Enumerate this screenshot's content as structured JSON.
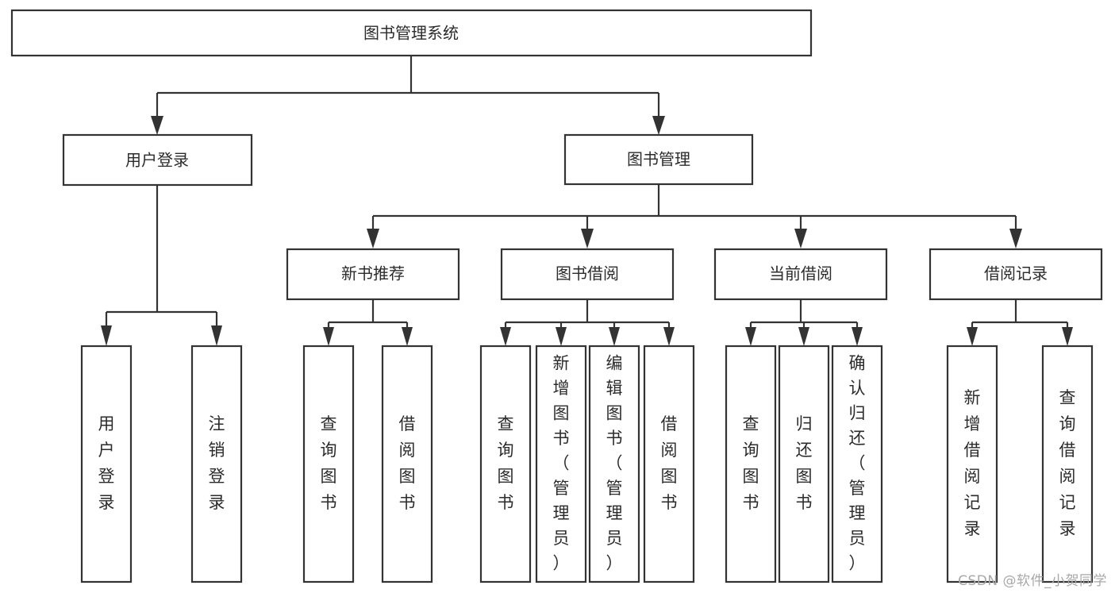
{
  "diagram": {
    "title": "图书管理系统",
    "watermark": "CSDN @软件_小贺同学",
    "type": "tree",
    "levels": 4,
    "colors": {
      "box_stroke": "#333333",
      "box_fill": "#ffffff",
      "text": "#2b2b2b",
      "background": "#ffffff",
      "watermark": "#a8a8a8"
    },
    "root": {
      "id": "root",
      "label": "图书管理系统",
      "orientation": "horizontal"
    },
    "level2": [
      {
        "id": "user-login",
        "label": "用户登录",
        "orientation": "horizontal"
      },
      {
        "id": "book-manage",
        "label": "图书管理",
        "orientation": "horizontal"
      }
    ],
    "level3": [
      {
        "id": "new-book-recommend",
        "label": "新书推荐",
        "orientation": "horizontal",
        "parent": "book-manage"
      },
      {
        "id": "book-borrow",
        "label": "图书借阅",
        "orientation": "horizontal",
        "parent": "book-manage"
      },
      {
        "id": "current-borrow",
        "label": "当前借阅",
        "orientation": "horizontal",
        "parent": "book-manage"
      },
      {
        "id": "borrow-record",
        "label": "借阅记录",
        "orientation": "horizontal",
        "parent": "book-manage"
      }
    ],
    "leaves": {
      "user-login": [
        {
          "id": "leaf-user-login",
          "label": "用户登录",
          "orientation": "vertical"
        },
        {
          "id": "leaf-user-logout",
          "label": "注销登录",
          "orientation": "vertical"
        }
      ],
      "new-book-recommend": [
        {
          "id": "leaf-query-book-1",
          "label": "查询图书",
          "orientation": "vertical"
        },
        {
          "id": "leaf-borrow-book-1",
          "label": "借阅图书",
          "orientation": "vertical"
        }
      ],
      "book-borrow": [
        {
          "id": "leaf-query-book-2",
          "label": "查询图书",
          "orientation": "vertical"
        },
        {
          "id": "leaf-add-book",
          "label": "新增图书（管理员）",
          "orientation": "vertical"
        },
        {
          "id": "leaf-edit-book",
          "label": "编辑图书（管理员）",
          "orientation": "vertical"
        },
        {
          "id": "leaf-borrow-book-2",
          "label": "借阅图书",
          "orientation": "vertical"
        }
      ],
      "current-borrow": [
        {
          "id": "leaf-query-book-3",
          "label": "查询图书",
          "orientation": "vertical"
        },
        {
          "id": "leaf-return-book",
          "label": "归还图书",
          "orientation": "vertical"
        },
        {
          "id": "leaf-confirm-return",
          "label": "确认归还（管理员）",
          "orientation": "vertical"
        }
      ],
      "borrow-record": [
        {
          "id": "leaf-add-record",
          "label": "新增借阅记录",
          "orientation": "vertical"
        },
        {
          "id": "leaf-query-record",
          "label": "查询借阅记录",
          "orientation": "vertical"
        }
      ]
    }
  }
}
